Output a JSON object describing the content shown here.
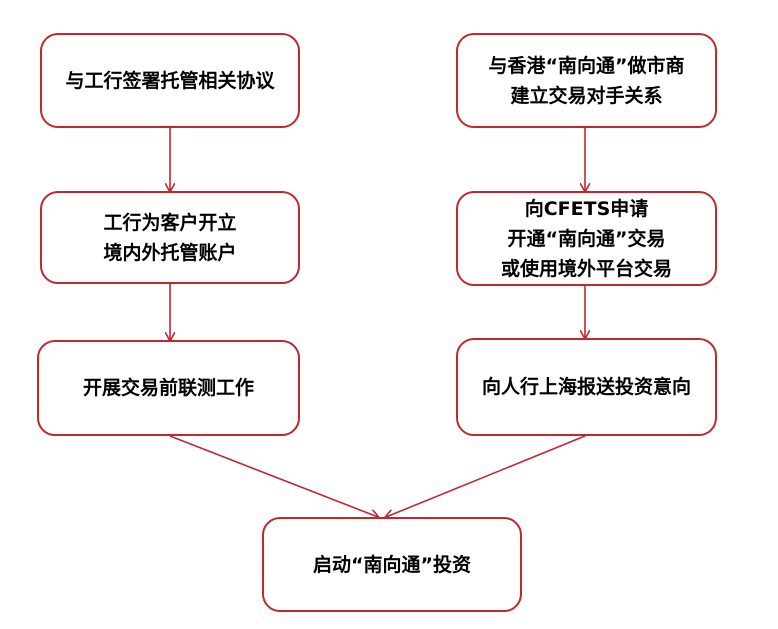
{
  "diagram": {
    "accent_color": "#c0282d",
    "left_column": [
      {
        "id": "L1",
        "lines": [
          "与工行签署托管相关协议"
        ]
      },
      {
        "id": "L2",
        "lines": [
          "工行为客户开立",
          "境内外托管账户"
        ]
      },
      {
        "id": "L3",
        "lines": [
          "开展交易前联测工作"
        ]
      }
    ],
    "right_column": [
      {
        "id": "R1",
        "lines": [
          "与香港“南向通”做市商",
          "建立交易对手关系"
        ]
      },
      {
        "id": "R2",
        "lines": [
          "向CFETS申请",
          "开通“南向通”交易",
          "或使用境外平台交易"
        ]
      },
      {
        "id": "R3",
        "lines": [
          "向人行上海报送投资意向"
        ]
      }
    ],
    "final": {
      "id": "F",
      "lines": [
        "启动“南向通”投资"
      ]
    },
    "edges": [
      {
        "from": "L1",
        "to": "L2"
      },
      {
        "from": "L2",
        "to": "L3"
      },
      {
        "from": "R1",
        "to": "R2"
      },
      {
        "from": "R2",
        "to": "R3"
      },
      {
        "from": "L3",
        "to": "F"
      },
      {
        "from": "R3",
        "to": "F"
      }
    ]
  }
}
